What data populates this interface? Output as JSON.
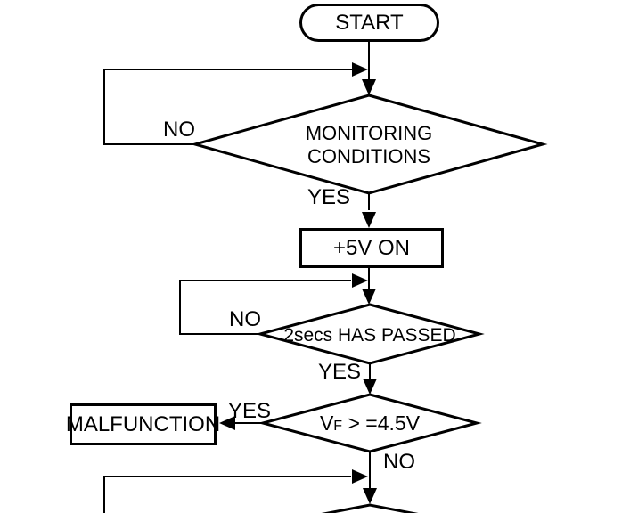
{
  "diagram_type": "flowchart",
  "nodes": {
    "start": {
      "type": "terminator",
      "label": "START"
    },
    "monitoring": {
      "type": "decision",
      "line1": "MONITORING",
      "line2": "CONDITIONS"
    },
    "power_on": {
      "type": "process",
      "label": "+5V ON"
    },
    "timer": {
      "type": "decision",
      "label": "2secs HAS PASSED"
    },
    "voltage": {
      "type": "decision",
      "prefix": "V",
      "sub": "F",
      "condition": " > =4.5V"
    },
    "malfunction": {
      "type": "process",
      "label": "MALFUNCTION"
    }
  },
  "edge_labels": {
    "monitoring_no": "NO",
    "monitoring_yes": "YES",
    "timer_no": "NO",
    "timer_yes": "YES",
    "voltage_yes": "YES",
    "voltage_no": "NO"
  },
  "colors": {
    "line": "#000000",
    "background": "#ffffff",
    "text": "#000000",
    "shape_fill": "#ffffff"
  }
}
